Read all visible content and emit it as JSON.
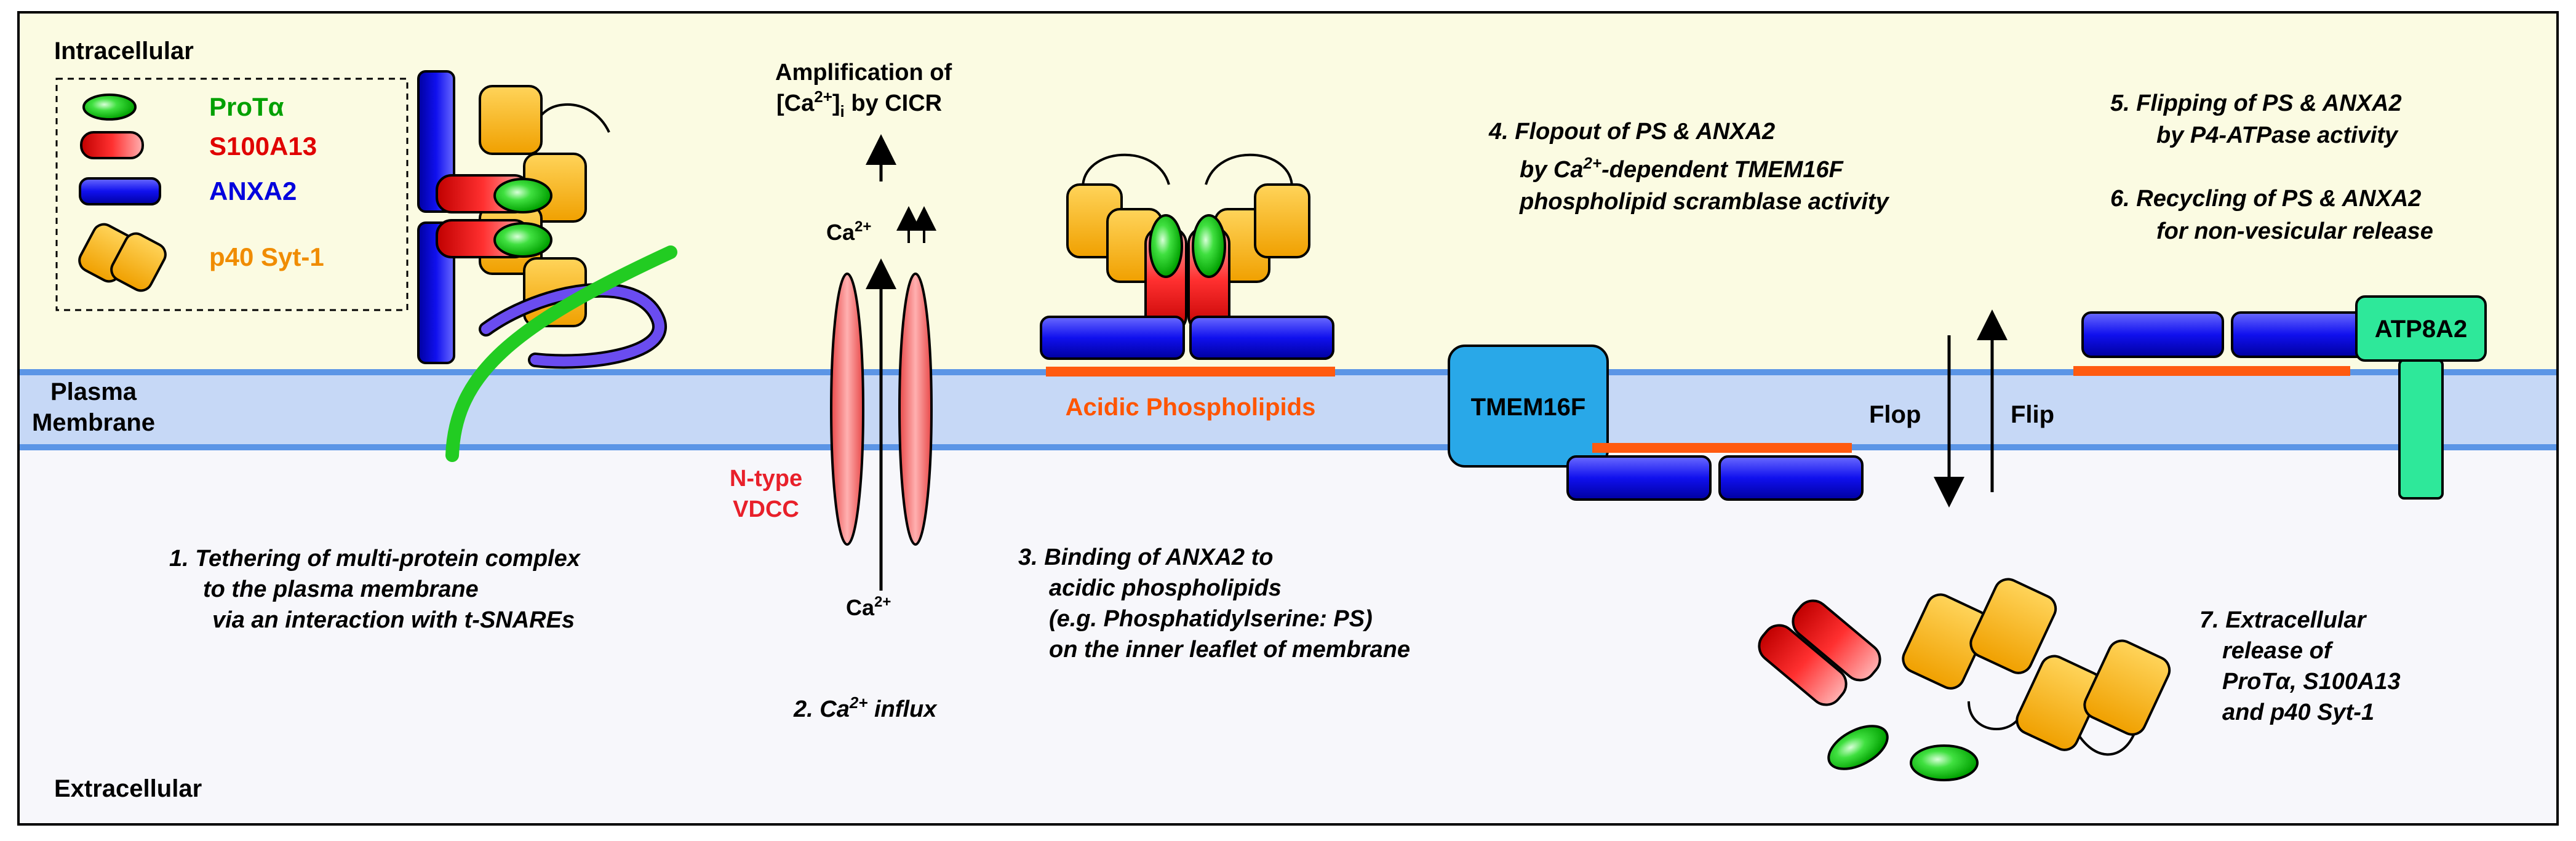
{
  "regions": {
    "intracellular": "Intracellular",
    "extracellular": "Extracellular",
    "membrane_line1": "Plasma",
    "membrane_line2": "Membrane"
  },
  "legend": {
    "items": [
      {
        "label": "ProTα",
        "color": "#00a000"
      },
      {
        "label": "S100A13",
        "color": "#e00000"
      },
      {
        "label": "ANXA2",
        "color": "#0000dd"
      },
      {
        "label": "p40 Syt-1",
        "color": "#f08c00"
      }
    ]
  },
  "amplification": {
    "line1": "Amplification of",
    "line2_pre": "[Ca",
    "line2_sup": "2+",
    "line2_mid": "]",
    "line2_sub": "i",
    "line2_post": " by CICR"
  },
  "ca_influx_label": {
    "base": "Ca",
    "sup": "2+"
  },
  "ca_up_label": {
    "base": "Ca",
    "sup": "2+"
  },
  "vdcc": {
    "line1": "N-type",
    "line2": "VDCC",
    "color": "#e8202a"
  },
  "acidic_phospholipids": {
    "label": "Acidic Phospholipids",
    "color": "#ff5500"
  },
  "tmem16f": {
    "label": "TMEM16F",
    "color": "#29a8e8"
  },
  "atp8a2": {
    "label": "ATP8A2",
    "color": "#2ee89a"
  },
  "flop_label": "Flop",
  "flip_label": "Flip",
  "steps": {
    "s1": {
      "l1": "1. Tethering of multi-protein complex",
      "l2": "to the plasma membrane",
      "l3": "via an interaction with t-SNAREs"
    },
    "s2": {
      "pre": "2. Ca",
      "sup": "2+",
      "post": " influx"
    },
    "s3": {
      "l1": "3. Binding of ANXA2 to",
      "l2": "acidic phospholipids",
      "l3": "(e.g. Phosphatidylserine: PS)",
      "l4": "on the inner leaflet of membrane"
    },
    "s4": {
      "l1": "4. Flopout of PS & ANXA2",
      "l2_pre": "by Ca",
      "l2_sup": "2+",
      "l2_post": "-dependent TMEM16F",
      "l3": "phospholipid scramblase activity"
    },
    "s5": {
      "l1": "5. Flipping of PS & ANXA2",
      "l2": "by P4-ATPase activity"
    },
    "s6": {
      "l1": "6. Recycling of PS & ANXA2",
      "l2": "for non-vesicular release"
    },
    "s7": {
      "l1": "7. Extracellular",
      "l2": "release of",
      "l3": "ProTα, S100A13",
      "l4": "and p40 Syt-1"
    }
  }
}
